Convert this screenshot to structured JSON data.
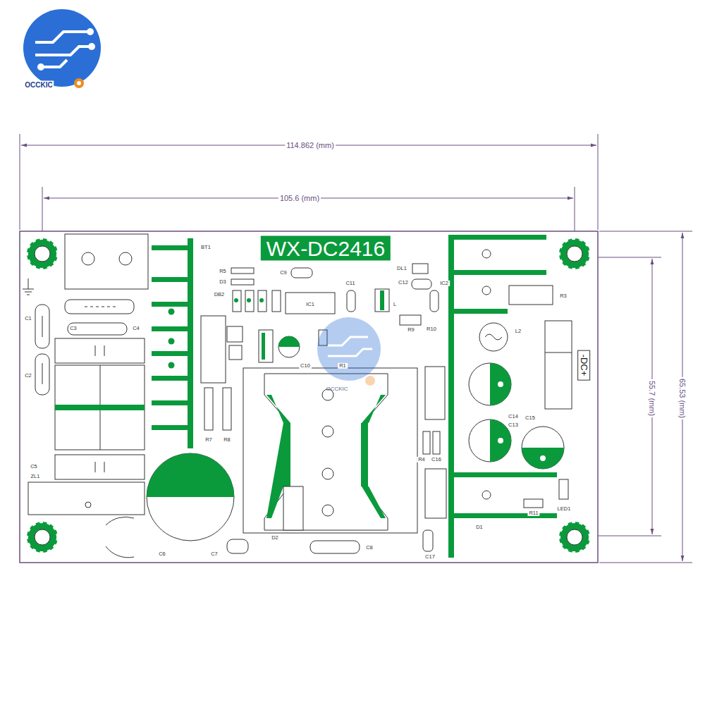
{
  "diagram": {
    "labels": [
      "OCCKIC",
      "114.862 (mm)",
      "105.6 (mm)",
      "65.53 (mm)",
      "55.7 (mm)",
      "WX-DC2416",
      "-DC+",
      "BT1",
      "R5",
      "D3",
      "DB2",
      "C9",
      "C11",
      "DL1",
      "C12",
      "IC2",
      "IC1",
      "L",
      "R10",
      "R9",
      "R3",
      "L2",
      "C1",
      "C2",
      "C3",
      "C4",
      "C5",
      "ZL1",
      "C6",
      "C7",
      "R7",
      "R8",
      "C10",
      "R1",
      "C14",
      "C13",
      "C15",
      "R4",
      "C16",
      "LED1",
      "R11",
      "D1",
      "C17",
      "C8",
      "D2",
      "OCCKIC"
    ]
  }
}
